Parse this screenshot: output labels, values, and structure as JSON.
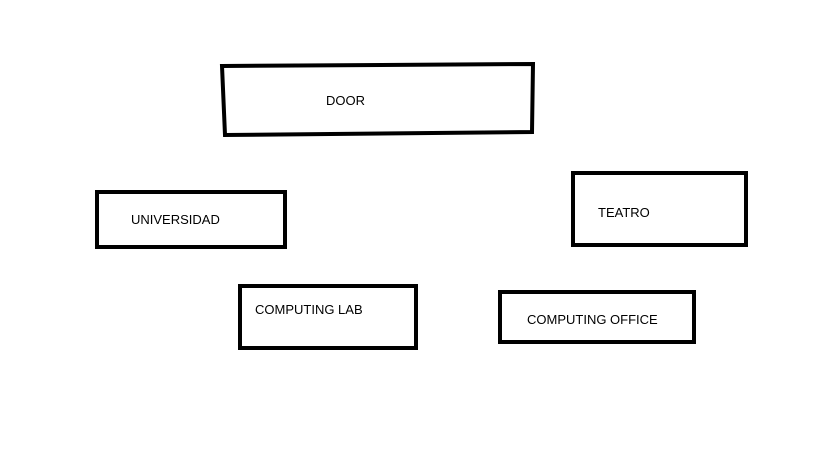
{
  "colors": {
    "background": "#ffffff",
    "stroke": "#000000",
    "text": "#000000"
  },
  "boxes": [
    {
      "id": "door",
      "label": "DOOR"
    },
    {
      "id": "universidad",
      "label": "UNIVERSIDAD"
    },
    {
      "id": "teatro",
      "label": "TEATRO"
    },
    {
      "id": "computing-lab",
      "label": "COMPUTING LAB"
    },
    {
      "id": "computing-office",
      "label": "COMPUTING OFFICE"
    }
  ]
}
